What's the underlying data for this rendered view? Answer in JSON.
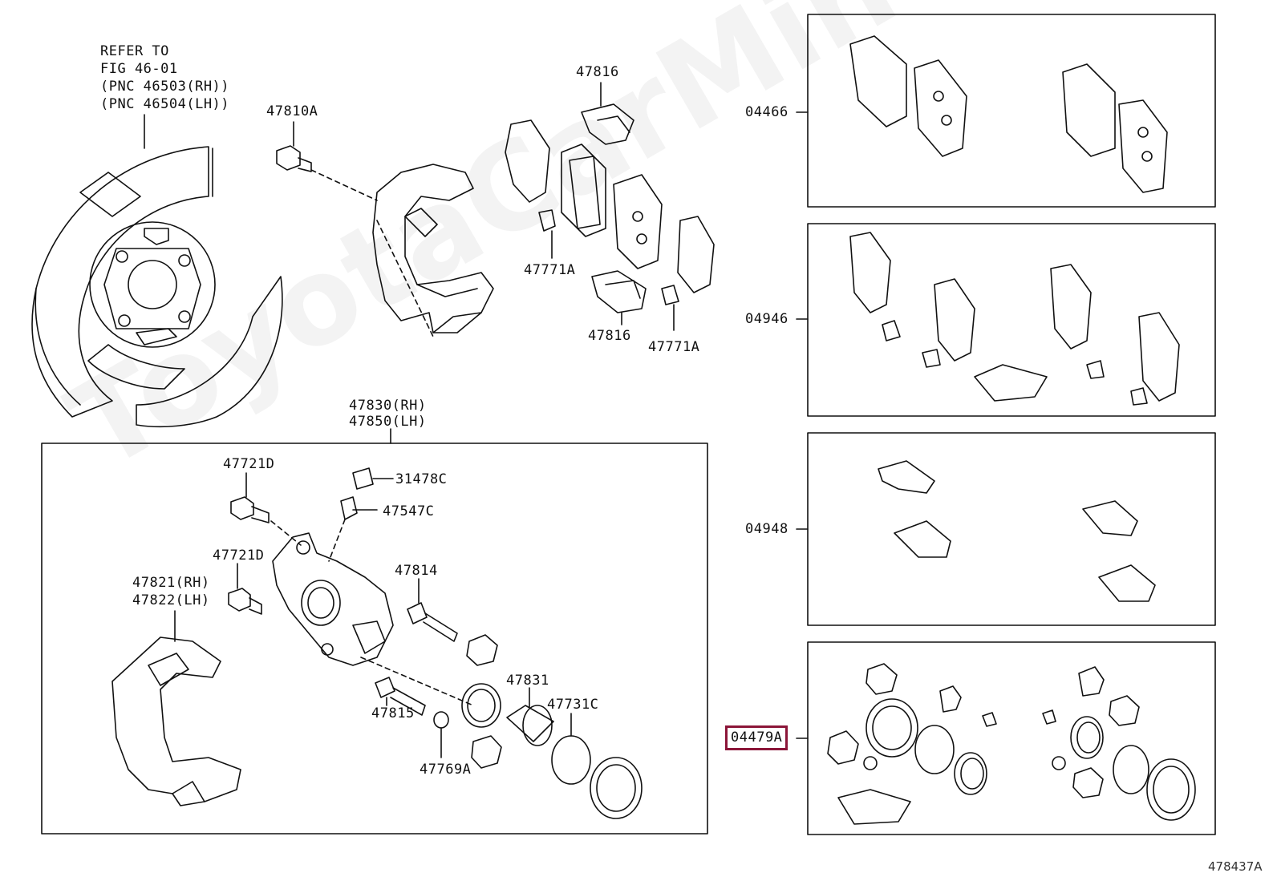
{
  "watermark": "ToyotaCarMine.ru",
  "figure_number": "478437A",
  "refer_note": [
    "REFER TO",
    "FIG 46-01",
    "(PNC 46503(RH))",
    "(PNC 46504(LH))"
  ],
  "labels": {
    "p47810A": "47810A",
    "p47816_top": "47816",
    "p47771A_1": "47771A",
    "p47816_bot": "47816",
    "p47771A_2": "47771A",
    "p47830_47850": [
      "47830(RH)",
      "47850(LH)"
    ],
    "p47721D_1": "47721D",
    "p31478C": "31478C",
    "p47547C": "47547C",
    "p47721D_2": "47721D",
    "p47814": "47814",
    "p47821_47822": [
      "47821(RH)",
      "47822(LH)"
    ],
    "p47831": "47831",
    "p47731C": "47731C",
    "p47815": "47815",
    "p47769A": "47769A",
    "p04466": "04466",
    "p04946": "04946",
    "p04948": "04948",
    "p04479A": "04479A"
  },
  "colors": {
    "highlight": "#8b1538",
    "line": "#111111"
  }
}
